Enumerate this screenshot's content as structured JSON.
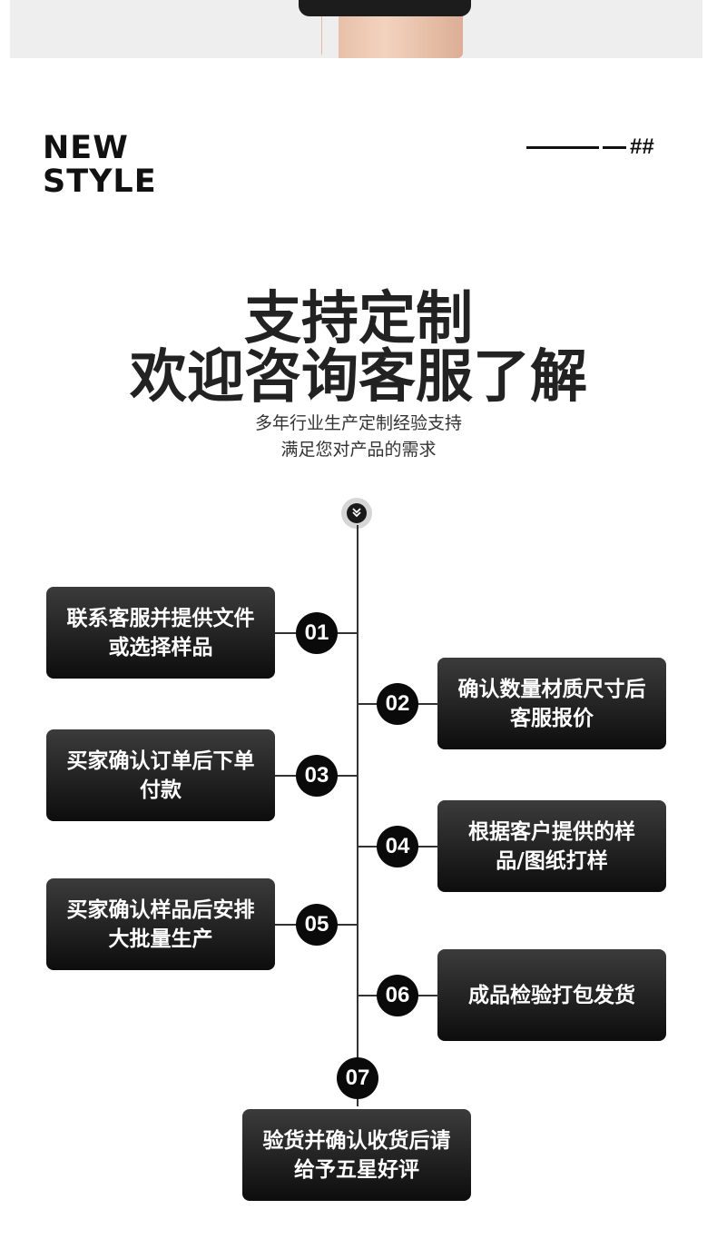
{
  "brand": {
    "line1": "NEW",
    "line2": "STYLE"
  },
  "deco_text": "##",
  "headline": {
    "line1": "支持定制",
    "line2": "欢迎咨询客服了解"
  },
  "subtitle": {
    "line1": "多年行业生产定制经验支持",
    "line2": "满足您对产品的需求"
  },
  "arrow_icon": "double-chevron-down-icon",
  "steps": [
    {
      "num": "01",
      "text": "联系客服并提供文件或选择样品"
    },
    {
      "num": "02",
      "text": "确认数量材质尺寸后客服报价"
    },
    {
      "num": "03",
      "text": "买家确认订单后下单付款"
    },
    {
      "num": "04",
      "text": "根据客户提供的样品/图纸打样"
    },
    {
      "num": "05",
      "text": "买家确认样品后安排大批量生产"
    },
    {
      "num": "06",
      "text": "成品检验打包发货"
    },
    {
      "num": "07",
      "text": "验货并确认收货后请给予五星好评"
    }
  ]
}
